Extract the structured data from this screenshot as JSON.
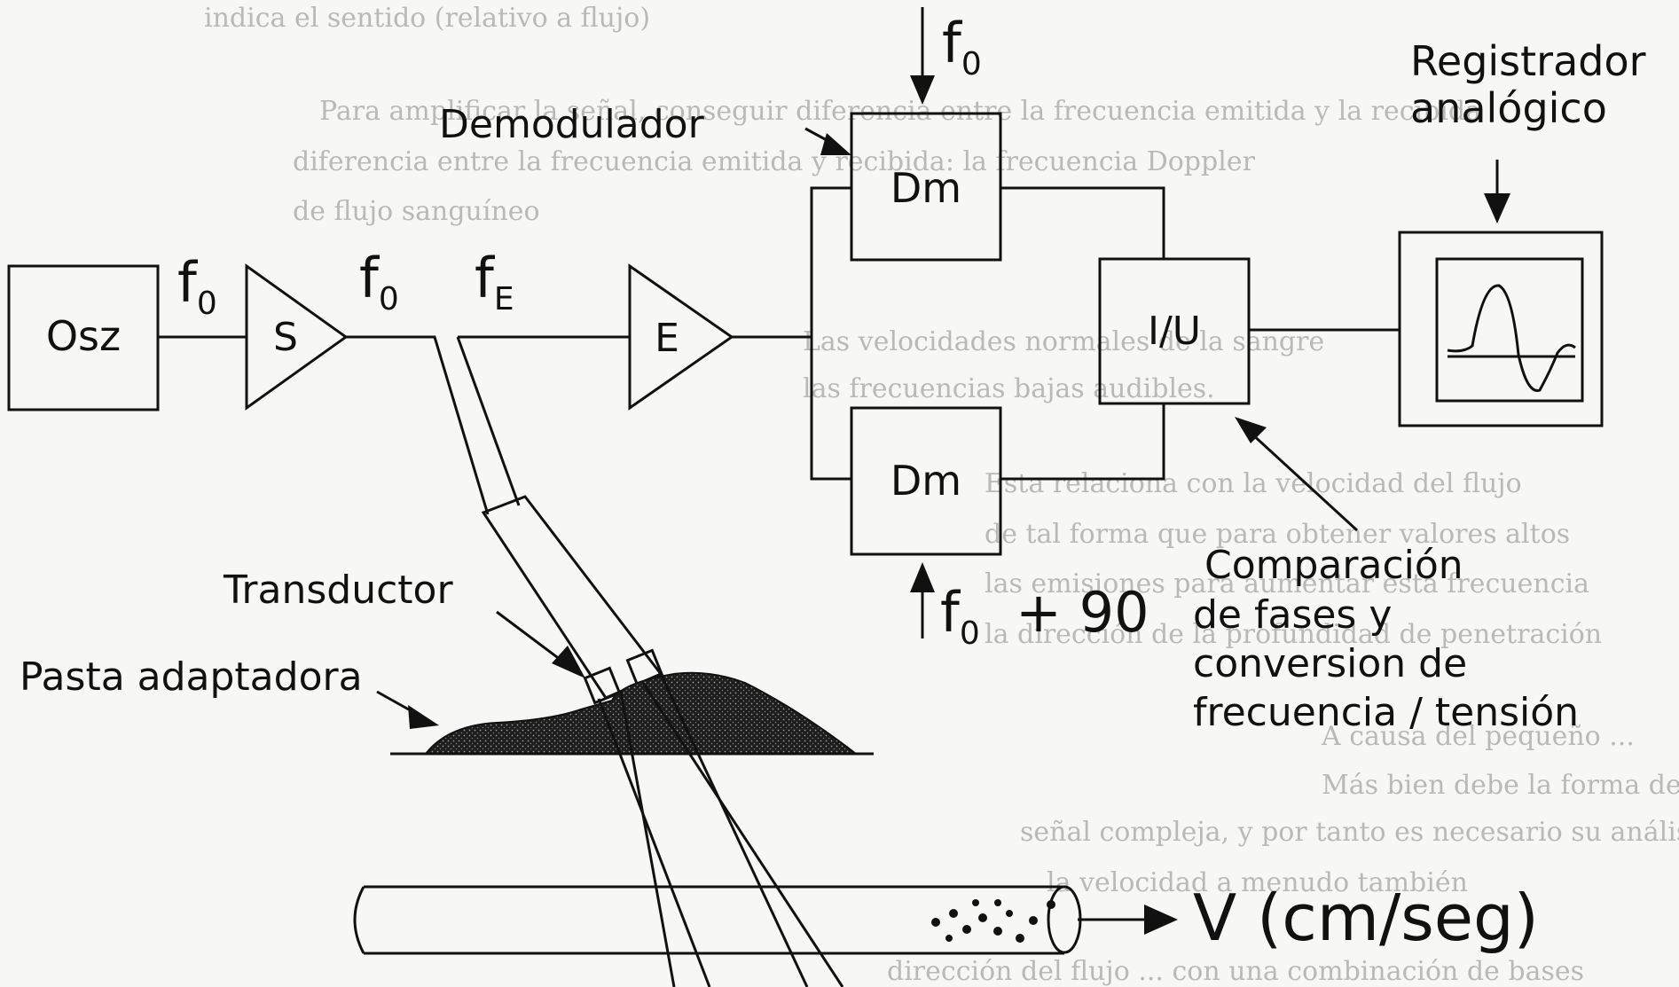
{
  "blocks": {
    "oscillator": "Osz",
    "transmit_amp": "S",
    "receive_amp": "E",
    "demodulator_top": "Dm",
    "demodulator_bottom": "Dm",
    "converter": "I/U"
  },
  "signals": {
    "f0_osc_base": "f",
    "f0_osc_sub": "0",
    "f0_amp_base": "f",
    "f0_amp_sub": "0",
    "fe_base": "f",
    "fe_sub": "E",
    "f0_top_base": "f",
    "f0_top_sub": "0",
    "f0_bottom_base": "f",
    "f0_bottom_sub": "0",
    "phase_suffix": "+ 90"
  },
  "labels": {
    "demodulator": "Demodulador",
    "recorder": [
      "Registrador",
      "analógico"
    ],
    "comparison": [
      "Comparación",
      "de fases y",
      "conversion de",
      "frecuencia / tensión"
    ],
    "transducer": "Transductor",
    "paste": "Pasta adaptadora",
    "velocity": "V (cm/seg)"
  },
  "background_text": [
    "indica el sentido (relativo a flujo)",
    "Para amplificar la señal, conseguir diferencia entre la frecuencia emitida y la recibida",
    "diferencia entre la frecuencia emitida y recibida: la frecuencia Doppler",
    "de flujo sanguíneo",
    "Las velocidades normales de la sangre",
    "las frecuencias bajas audibles.",
    "Esta relaciona con la velocidad del flujo",
    "de tal forma que para obtener valores altos",
    "las emisiones para aumentar esta frecuencia",
    "la dirección de la profundidad de penetración",
    "A causa del pequeño ...",
    "Más bien debe la forma de un ondas",
    "señal compleja, y por tanto es necesario su análisis espectral",
    "la velocidad a menudo también",
    "dirección del flujo ... con una combinación de bases"
  ]
}
